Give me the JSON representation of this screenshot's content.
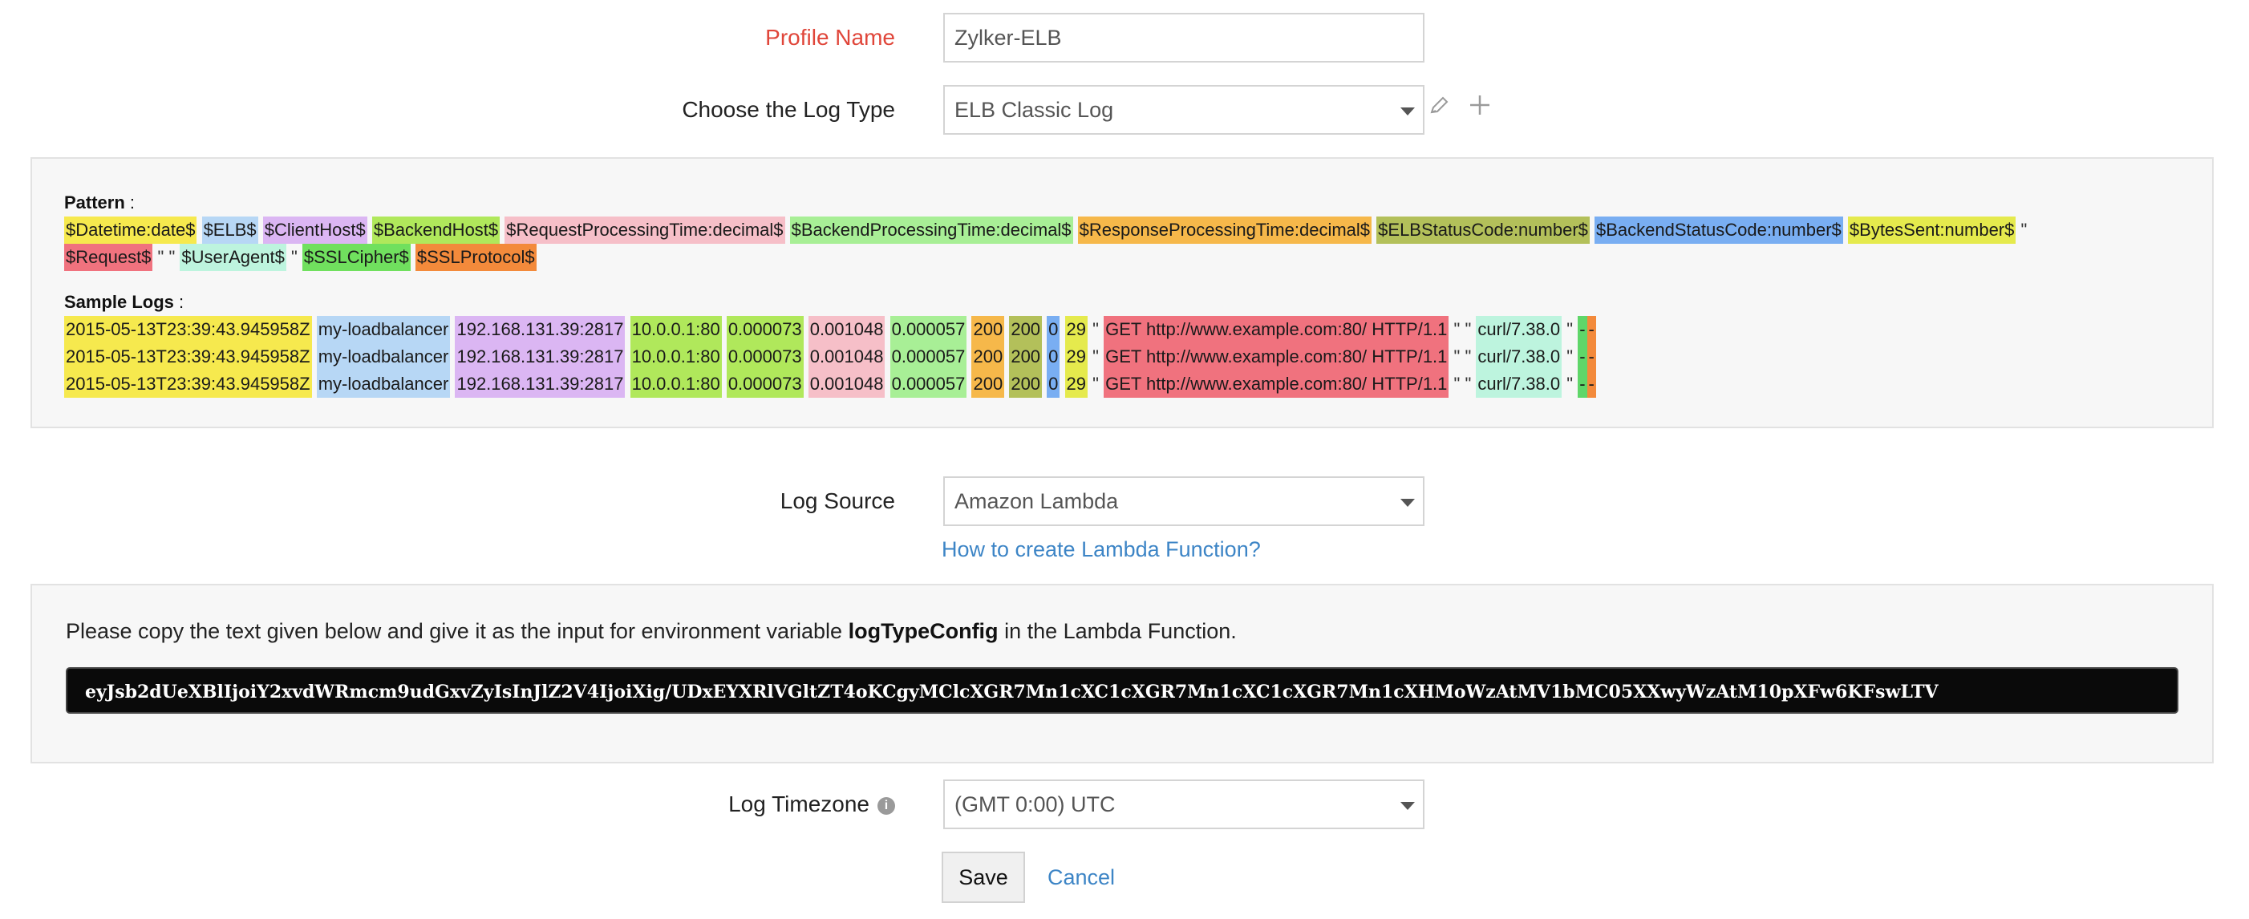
{
  "form": {
    "profile_name": {
      "label": "Profile Name",
      "value": "Zylker-ELB"
    },
    "log_type": {
      "label": "Choose the Log Type",
      "value": "ELB Classic Log"
    },
    "log_source": {
      "label": "Log Source",
      "value": "Amazon Lambda",
      "help_link": "How to create Lambda Function?"
    },
    "log_timezone": {
      "label": "Log Timezone",
      "value": "(GMT 0:00) UTC"
    }
  },
  "pattern": {
    "title": "Pattern",
    "colon": " :",
    "line1": [
      {
        "text": "$Datetime:date$",
        "color": "yellow"
      },
      {
        "text": "$ELB$",
        "color": "lblue"
      },
      {
        "text": "$ClientHost$",
        "color": "lavender"
      },
      {
        "text": "$BackendHost$",
        "color": "lime"
      },
      {
        "text": "$RequestProcessingTime:decimal$",
        "color": "pink"
      },
      {
        "text": "$BackendProcessingTime:decimal$",
        "color": "lgreen"
      },
      {
        "text": "$ResponseProcessingTime:decimal$",
        "color": "orange"
      },
      {
        "text": "$ELBStatusCode:number$",
        "color": "olive"
      },
      {
        "text": "$BackendStatusCode:number$",
        "color": "blue"
      },
      {
        "text": "$BytesSent:number$",
        "color": "ylime"
      }
    ],
    "line1_tail": " \"",
    "line2": [
      {
        "text": "$Request$",
        "color": "red"
      },
      {
        "text": "\" \"",
        "color": "none"
      },
      {
        "text": "$UserAgent$",
        "color": "mint"
      },
      {
        "text": "\"",
        "color": "none"
      },
      {
        "text": "$SSLCipher$",
        "color": "green"
      },
      {
        "text": "$SSLProtocol$",
        "color": "dorange"
      }
    ]
  },
  "samples": {
    "title": "Sample Logs",
    "colon": " :",
    "row": {
      "datetime": "2015-05-13T23:39:43.945958Z",
      "elb": "my-loadbalancer",
      "client": "192.168.131.39:2817",
      "backend": "10.0.0.1:80",
      "req_time": "0.000073",
      "backend_time": "0.001048",
      "resp_time": "0.000057",
      "elb_status": "200",
      "backend_status": "200",
      "bytes_received": "0",
      "bytes_sent": "29",
      "quote1": "\"",
      "request": "GET http://www.example.com:80/ HTTP/1.1",
      "quote2": "\" \"",
      "user_agent": "curl/7.38.0",
      "quote3": "\"",
      "cipher": "-",
      "protocol": "-"
    },
    "count": 3
  },
  "lambda_panel": {
    "instruction_prefix": "Please copy the text given below and give it as the input for environment variable ",
    "variable": "logTypeConfig",
    "instruction_suffix": " in the Lambda Function.",
    "config_value": "eyJsb2dUeXBlIjoiY2xvdWRmcm9udGxvZyIsInJlZ2V4IjoiXig/UDxEYXRlVGltZT4oKCgyMClcXGR7Mn1cXC1cXGR7Mn1cXC1cXGR7Mn1cXHMoWzAtMV1bMC05XXwyWzAtM10pXFw6KFswLTV"
  },
  "actions": {
    "save": "Save",
    "cancel": "Cancel"
  },
  "icons": {
    "edit": "pencil-icon",
    "add": "plus-icon",
    "info": "info-icon",
    "dropdown": "caret-down-icon"
  },
  "colors": {
    "required_label": "#e0463a",
    "link": "#3d85c6",
    "code_bg": "#0a0a0a",
    "panel_bg": "#f7f7f7"
  }
}
